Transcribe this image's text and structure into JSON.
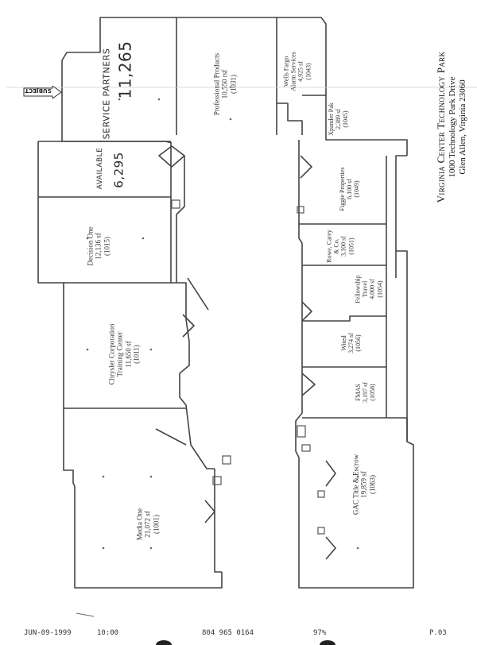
{
  "park": {
    "name": "Virginia Center Technology Park",
    "address": "1000 Technology Park Drive",
    "city": "Glen Allen, Virginia 23060"
  },
  "subject_arrow": "SUBJECT",
  "suites": {
    "service_partners": {
      "name": "Service Partners",
      "sqft": "11,265"
    },
    "professional_products": {
      "name": "Professional Products",
      "sqft": "10,550 rsf",
      "unit": "(1031)"
    },
    "wells_fargo": {
      "name": "Wells Fargo",
      "name2": "Alarm Services",
      "sqft": "4,925 sf",
      "unit": "(1043)"
    },
    "xpander_pak": {
      "name": "Xpander Pak",
      "sqft": "2,389 sf",
      "unit": "(1045)"
    },
    "available": {
      "name": "Available",
      "sqft": "6,295"
    },
    "decision_one": {
      "name": "Decision One",
      "sqft": "12,136 sf",
      "unit": "(1015)"
    },
    "chrysler": {
      "name": "Chrysler Corporation",
      "name2": "Training Center",
      "sqft": "11,650 sf",
      "unit": "(1011)"
    },
    "media_one": {
      "name": "Media One",
      "sqft": "21,072 sf",
      "unit": "(1001)"
    },
    "figgie": {
      "name": "Figgie Properties",
      "sqft": "6,100 sf",
      "unit": "(1049)"
    },
    "rowe": {
      "name": "Rowe, Carey",
      "name2": "& Co.",
      "sqft": "3,100 sf",
      "unit": "(1051)"
    },
    "fellowship": {
      "name": "Fellowship",
      "name2": "Travel",
      "sqft": "4,000 sf",
      "unit": "(1054)"
    },
    "wited": {
      "name": "Wited",
      "sqft": "3,274 sf",
      "unit": "(1056)"
    },
    "fmas": {
      "name": "FMAS",
      "sqft": "3,197 sf",
      "unit": "(1058)"
    },
    "gac": {
      "name": "GAC Title & Escrow",
      "sqft": "19,859 sf",
      "unit": "(1063)"
    }
  },
  "fax_header": {
    "date": "JUN-09-1999",
    "time": "10:00",
    "phone": "804 965 0164",
    "percent": "97%",
    "page": "P.03"
  }
}
